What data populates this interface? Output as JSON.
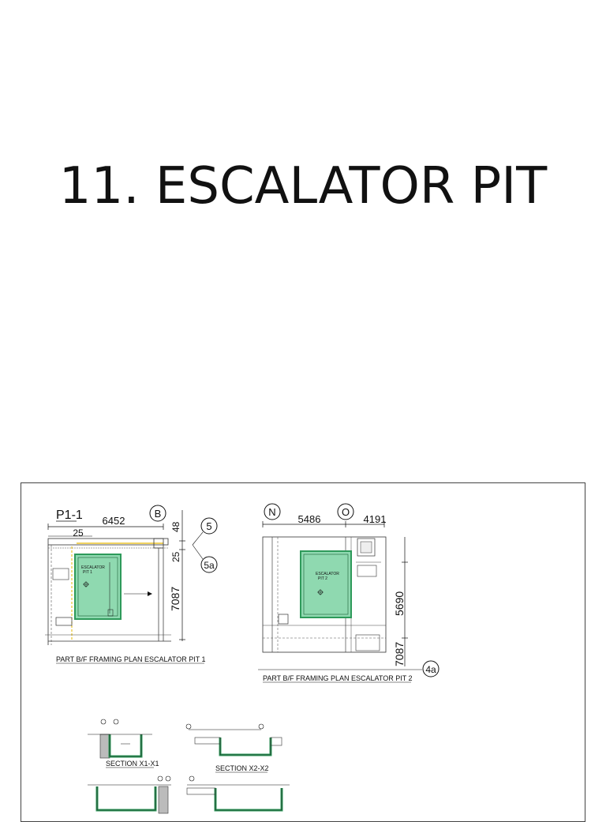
{
  "slide": {
    "title": "11. ESCALATOR PIT"
  },
  "plan1": {
    "grid_left": "P1-1",
    "grid_b": "B",
    "grid_5": "5",
    "grid_5a": "5a",
    "dim_top": "6452",
    "dim_right_top": "48",
    "dim_25_top": "25",
    "dim_25_right": "25",
    "dim_right_side": "7087",
    "pit_label_1": "ESCALATOR",
    "pit_label_2": "PIT 1",
    "caption": "PART B/F FRAMING PLAN ESCALATOR PIT 1"
  },
  "plan2": {
    "grid_n": "N",
    "grid_o": "O",
    "grid_4a": "4a",
    "dim_top_left": "5486",
    "dim_top_right": "4191",
    "dim_right_1": "5690",
    "dim_right_2": "7087",
    "pit_label_1": "ESCALATOR",
    "pit_label_2": "PIT 2",
    "caption": "PART B/F FRAMING PLAN ESCALATOR PIT 2"
  },
  "sections": {
    "s1_caption": "SECTION X1-X1",
    "s2_caption": "SECTION X2-X2"
  },
  "colors": {
    "pit_fill": "#8fd9b0",
    "pit_border": "#2e9a5a",
    "highlight": "#e5b800"
  }
}
